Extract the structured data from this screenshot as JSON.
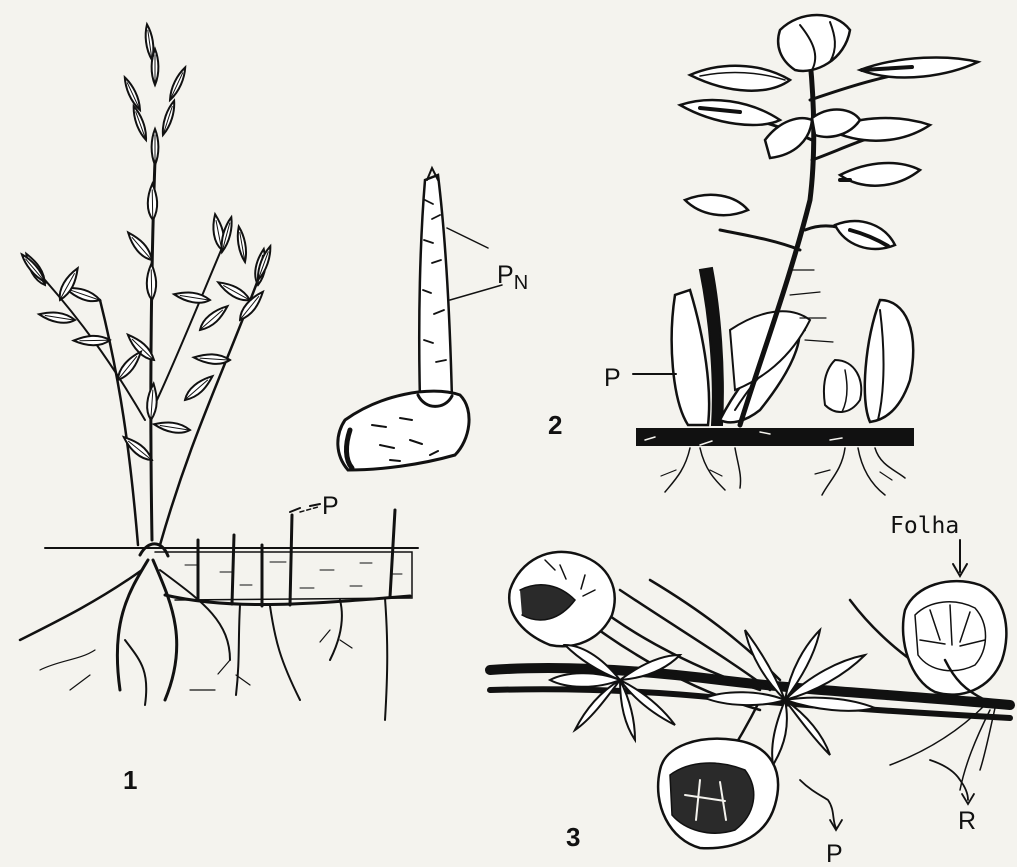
{
  "figures": [
    {
      "number": "1",
      "labels": {
        "p": "P"
      }
    },
    {
      "number": "2",
      "labels": {
        "pn_main": "P",
        "pn_sub": "N",
        "p": "P"
      }
    },
    {
      "number": "3",
      "labels": {
        "folha": "Folha",
        "r": "R",
        "p": "P"
      }
    }
  ],
  "colors": {
    "ink": "#111111",
    "paper": "#f4f3ee",
    "shade": "#2a2a2a"
  }
}
